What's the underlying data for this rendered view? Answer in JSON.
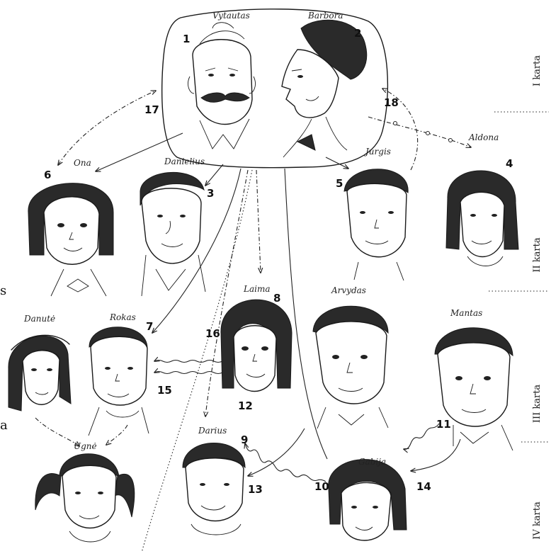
{
  "people": [
    {
      "id": "vytautas",
      "name": "Vytautas",
      "number": "1"
    },
    {
      "id": "barbora",
      "name": "Barbora",
      "number": "2"
    },
    {
      "id": "danielius",
      "name": "Danielius",
      "number": "3"
    },
    {
      "id": "aldona",
      "name": "Aldona",
      "number": "4"
    },
    {
      "id": "jurgis",
      "name": "Jurgis",
      "number": "5"
    },
    {
      "id": "ona",
      "name": "Ona",
      "number": "6"
    },
    {
      "id": "rokas",
      "name": "Rokas",
      "number": "7"
    },
    {
      "id": "laima",
      "name": "Laima",
      "number": "8"
    },
    {
      "id": "darius",
      "name": "Darius",
      "number": "9"
    },
    {
      "id": "gabija",
      "name": "Gabija",
      "number": "10"
    },
    {
      "id": "mantas",
      "name": "Mantas",
      "number": "11"
    },
    {
      "id": "danute",
      "name": "Danutė",
      "number": ""
    },
    {
      "id": "arvydas",
      "name": "Arvydas",
      "number": ""
    },
    {
      "id": "ugne",
      "name": "Ugnė",
      "number": ""
    }
  ],
  "relation_numbers": [
    "12",
    "13",
    "14",
    "15",
    "16",
    "17",
    "18"
  ],
  "generations": [
    {
      "label": "I karta"
    },
    {
      "label": "II karta"
    },
    {
      "label": "III karta"
    },
    {
      "label": "IV karta"
    }
  ],
  "edge_fragments": [
    "s",
    "a"
  ]
}
